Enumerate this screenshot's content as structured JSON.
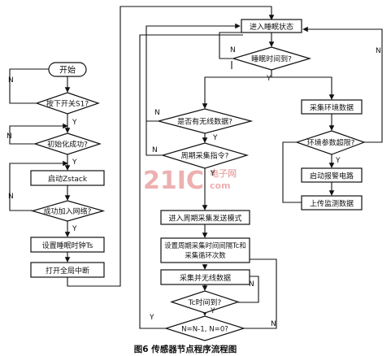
{
  "nodes": {
    "start": "开始",
    "press_switch": "按下开关S1?",
    "init_ok": "初始化成功?",
    "start_zstack": "启动Zstack",
    "join_network": "成功加入网络?",
    "set_sleep_clock": "设置睡眠时钟Ts",
    "enable_interrupt": "打开全局中断",
    "enter_sleep": "进入睡眠状态",
    "sleep_timeout": "睡眠时间到?",
    "has_wireless": "是否有无线数据?",
    "periodic_cmd": "周期采集指令?",
    "enter_periodic_mode": "进入周期采集发送模式",
    "set_period": "设置周期采集时间间隔Tc和采集循环次数",
    "collect_wireless": "采集并无线数据",
    "tc_timeout": "Tc时间到?",
    "counter": "N=N-1, N=0?",
    "collect_env": "采集环境数据",
    "env_exceed": "环境参数超限?",
    "start_alarm": "启动报警电路",
    "upload": "上传监测数据"
  },
  "edge_labels": {
    "yes": "Y",
    "no": "N"
  },
  "caption": "图6  传感器节点程序流程图",
  "watermark": {
    "brand": "21IC",
    "sub1": "电子网",
    "sub2": "com"
  },
  "colors": {
    "line": "#111111",
    "watermark": "#e07070"
  }
}
